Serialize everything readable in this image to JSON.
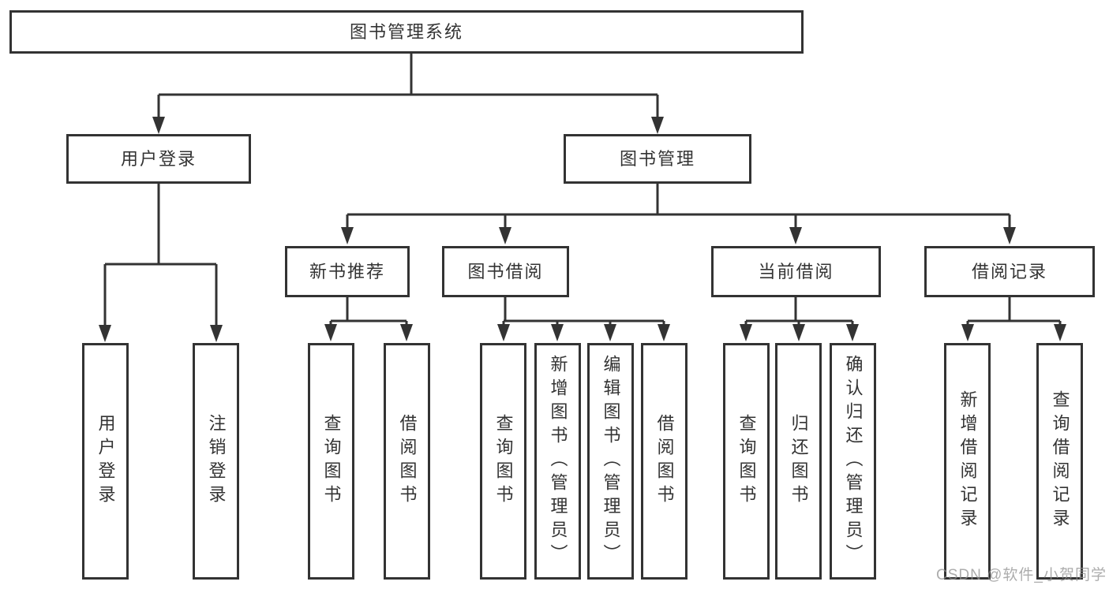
{
  "tree": {
    "label": "图书管理系统",
    "children": [
      {
        "label": "用户登录",
        "children": [
          {
            "label": "用户登录"
          },
          {
            "label": "注销登录"
          }
        ]
      },
      {
        "label": "图书管理",
        "children": [
          {
            "label": "新书推荐",
            "children": [
              {
                "label": "查询图书"
              },
              {
                "label": "借阅图书"
              }
            ]
          },
          {
            "label": "图书借阅",
            "children": [
              {
                "label": "查询图书"
              },
              {
                "label": "新增图书（管理员）"
              },
              {
                "label": "编辑图书（管理员）"
              },
              {
                "label": "借阅图书"
              }
            ]
          },
          {
            "label": "当前借阅",
            "children": [
              {
                "label": "查询图书"
              },
              {
                "label": "归还图书"
              },
              {
                "label": "确认归还（管理员）"
              }
            ]
          },
          {
            "label": "借阅记录",
            "children": [
              {
                "label": "新增借阅记录"
              },
              {
                "label": "查询借阅记录"
              }
            ]
          }
        ]
      }
    ]
  },
  "watermark": "CSDN @软件_小贺同学",
  "colors": {
    "line": "#333333",
    "box_border": "#333333",
    "box_fill": "#ffffff",
    "text": "#333333",
    "watermark": "#919191",
    "background": "#ffffff"
  }
}
